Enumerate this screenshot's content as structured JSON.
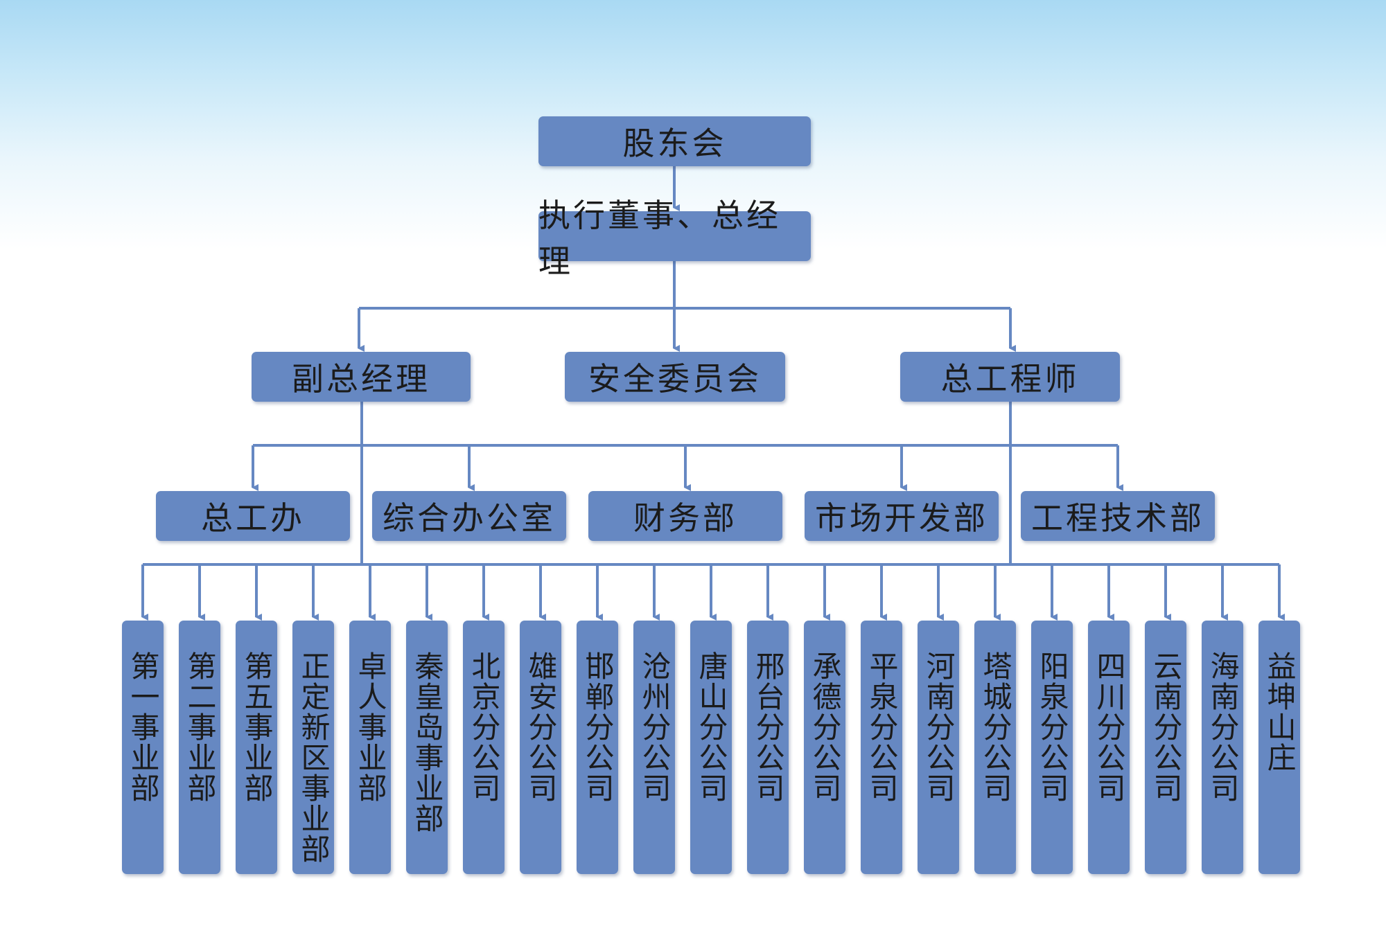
{
  "root": {
    "label": "股东会"
  },
  "executive": {
    "label": "执行董事、总经理"
  },
  "level2": [
    {
      "id": "deputy-gm",
      "label": "副总经理"
    },
    {
      "id": "safety-committee",
      "label": "安全委员会"
    },
    {
      "id": "chief-engineer",
      "label": "总工程师"
    }
  ],
  "departments": [
    {
      "id": "chief-engineer-office",
      "label": "总工办"
    },
    {
      "id": "general-office",
      "label": "综合办公室"
    },
    {
      "id": "finance",
      "label": "财务部"
    },
    {
      "id": "market-development",
      "label": "市场开发部"
    },
    {
      "id": "engineering-tech",
      "label": "工程技术部"
    }
  ],
  "units": [
    {
      "label": "第一事业部"
    },
    {
      "label": "第二事业部"
    },
    {
      "label": "第五事业部"
    },
    {
      "label": "正定新区事业部"
    },
    {
      "label": "卓人事业部"
    },
    {
      "label": "秦皇岛事业部"
    },
    {
      "label": "北京分公司"
    },
    {
      "label": "雄安分公司"
    },
    {
      "label": "邯郸分公司"
    },
    {
      "label": "沧州分公司"
    },
    {
      "label": "唐山分公司"
    },
    {
      "label": "邢台分公司"
    },
    {
      "label": "承德分公司"
    },
    {
      "label": "平泉分公司"
    },
    {
      "label": "河南分公司"
    },
    {
      "label": "塔城分公司"
    },
    {
      "label": "阳泉分公司"
    },
    {
      "label": "四川分公司"
    },
    {
      "label": "云南分公司"
    },
    {
      "label": "海南分公司"
    },
    {
      "label": "益坤山庄"
    }
  ],
  "colors": {
    "box": "#6688c2",
    "line": "#6688c2",
    "text": "#1b1b1b"
  }
}
